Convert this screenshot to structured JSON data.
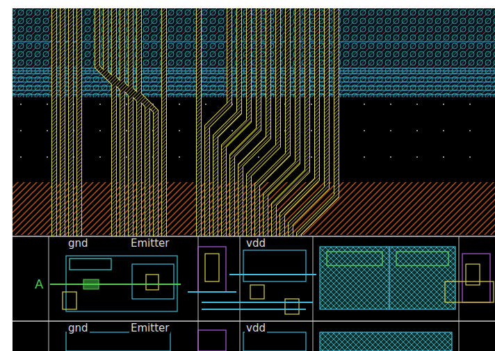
{
  "diagram": {
    "labels": [
      "gnd",
      "Emitter",
      "vdd",
      "A",
      "gnd",
      "Emitter",
      "vdd"
    ]
  }
}
